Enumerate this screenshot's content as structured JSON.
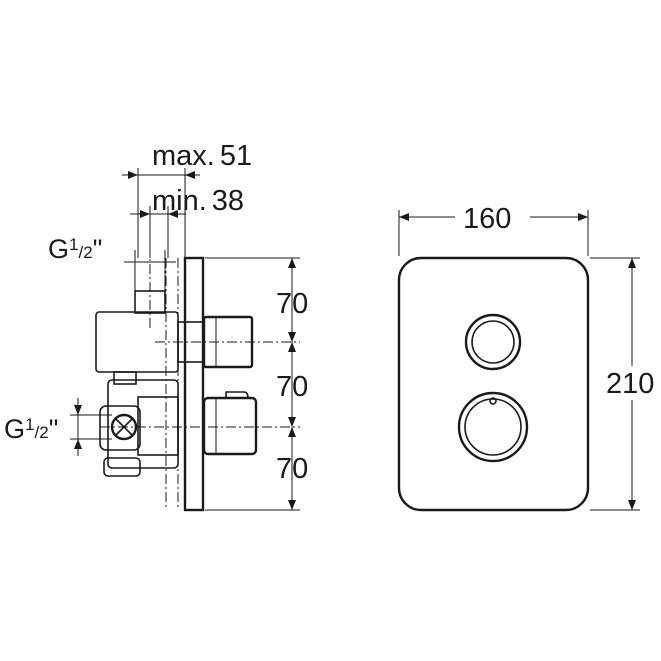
{
  "side_view": {
    "max_label": "max.",
    "max_value": "51",
    "min_label": "min.",
    "min_value": "38",
    "inlet_top": {
      "g": "G",
      "num": "1",
      "den": "2",
      "quote": "\""
    },
    "inlet_side": {
      "g": "G",
      "num": "1",
      "den": "2",
      "quote": "\""
    },
    "spacing_1": "70",
    "spacing_2": "70",
    "spacing_3": "70"
  },
  "front_view": {
    "width_value": "160",
    "height_value": "210"
  }
}
